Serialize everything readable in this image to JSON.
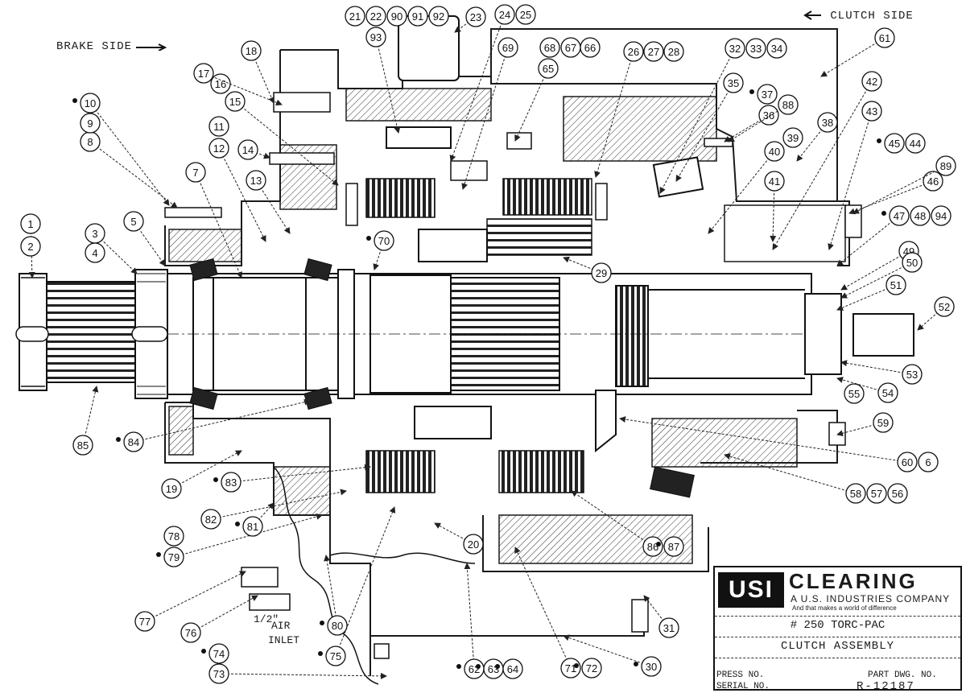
{
  "drawing": {
    "brake_side": "BRAKE SIDE",
    "clutch_side": "CLUTCH SIDE",
    "air_inlet_size": "1/2\"",
    "air_inlet_line1": "AIR",
    "air_inlet_line2": "INLET"
  },
  "title_block": {
    "logo": "USI",
    "brand": "CLEARING",
    "company": "A U.S. INDUSTRIES COMPANY",
    "tagline": "And that makes a world of difference",
    "model": "# 250 TORC-PAC",
    "assembly": "CLUTCH ASSEMBLY",
    "press_no_label": "PRESS NO.",
    "serial_no_label": "SERIAL NO.",
    "part_dwg_label": "PART DWG. NO.",
    "part_dwg_number": "R-12187"
  },
  "callouts": [
    {
      "n": "1",
      "dot": false
    },
    {
      "n": "2",
      "dot": false
    },
    {
      "n": "3",
      "dot": false
    },
    {
      "n": "4",
      "dot": false
    },
    {
      "n": "5",
      "dot": false
    },
    {
      "n": "6",
      "dot": false
    },
    {
      "n": "7",
      "dot": false
    },
    {
      "n": "8",
      "dot": false
    },
    {
      "n": "9",
      "dot": false
    },
    {
      "n": "10",
      "dot": true
    },
    {
      "n": "11",
      "dot": false
    },
    {
      "n": "12",
      "dot": false
    },
    {
      "n": "13",
      "dot": false
    },
    {
      "n": "14",
      "dot": false
    },
    {
      "n": "15",
      "dot": false
    },
    {
      "n": "16",
      "dot": false
    },
    {
      "n": "17",
      "dot": false
    },
    {
      "n": "18",
      "dot": false
    },
    {
      "n": "19",
      "dot": false
    },
    {
      "n": "20",
      "dot": false
    },
    {
      "n": "21",
      "dot": false
    },
    {
      "n": "22",
      "dot": false
    },
    {
      "n": "23",
      "dot": false
    },
    {
      "n": "24",
      "dot": false
    },
    {
      "n": "25",
      "dot": false
    },
    {
      "n": "26",
      "dot": false
    },
    {
      "n": "27",
      "dot": false
    },
    {
      "n": "28",
      "dot": false
    },
    {
      "n": "29",
      "dot": false
    },
    {
      "n": "30",
      "dot": true
    },
    {
      "n": "31",
      "dot": false
    },
    {
      "n": "32",
      "dot": false
    },
    {
      "n": "33",
      "dot": false
    },
    {
      "n": "34",
      "dot": false
    },
    {
      "n": "35",
      "dot": false
    },
    {
      "n": "36",
      "dot": false
    },
    {
      "n": "37",
      "dot": true
    },
    {
      "n": "38",
      "dot": false
    },
    {
      "n": "39",
      "dot": false
    },
    {
      "n": "40",
      "dot": false
    },
    {
      "n": "41",
      "dot": false
    },
    {
      "n": "42",
      "dot": false
    },
    {
      "n": "43",
      "dot": false
    },
    {
      "n": "44",
      "dot": true
    },
    {
      "n": "45",
      "dot": true
    },
    {
      "n": "46",
      "dot": false
    },
    {
      "n": "47",
      "dot": true
    },
    {
      "n": "48",
      "dot": false
    },
    {
      "n": "49",
      "dot": false
    },
    {
      "n": "50",
      "dot": false
    },
    {
      "n": "51",
      "dot": false
    },
    {
      "n": "52",
      "dot": false
    },
    {
      "n": "53",
      "dot": false
    },
    {
      "n": "54",
      "dot": false
    },
    {
      "n": "55",
      "dot": false
    },
    {
      "n": "56",
      "dot": false
    },
    {
      "n": "57",
      "dot": false
    },
    {
      "n": "58",
      "dot": false
    },
    {
      "n": "59",
      "dot": false
    },
    {
      "n": "60",
      "dot": false
    },
    {
      "n": "61",
      "dot": false
    },
    {
      "n": "62",
      "dot": true
    },
    {
      "n": "63",
      "dot": true
    },
    {
      "n": "64",
      "dot": true
    },
    {
      "n": "65",
      "dot": false
    },
    {
      "n": "66",
      "dot": false
    },
    {
      "n": "67",
      "dot": false
    },
    {
      "n": "68",
      "dot": false
    },
    {
      "n": "69",
      "dot": false
    },
    {
      "n": "70",
      "dot": true
    },
    {
      "n": "71",
      "dot": false
    },
    {
      "n": "72",
      "dot": true
    },
    {
      "n": "73",
      "dot": false
    },
    {
      "n": "74",
      "dot": true
    },
    {
      "n": "75",
      "dot": true
    },
    {
      "n": "76",
      "dot": false
    },
    {
      "n": "77",
      "dot": false
    },
    {
      "n": "78",
      "dot": false
    },
    {
      "n": "79",
      "dot": true
    },
    {
      "n": "80",
      "dot": true
    },
    {
      "n": "81",
      "dot": true
    },
    {
      "n": "82",
      "dot": false
    },
    {
      "n": "83",
      "dot": true
    },
    {
      "n": "84",
      "dot": true
    },
    {
      "n": "85",
      "dot": false
    },
    {
      "n": "86",
      "dot": false
    },
    {
      "n": "87",
      "dot": true
    },
    {
      "n": "88",
      "dot": false
    },
    {
      "n": "89",
      "dot": false
    },
    {
      "n": "90",
      "dot": false
    },
    {
      "n": "91",
      "dot": false
    },
    {
      "n": "92",
      "dot": false
    },
    {
      "n": "93",
      "dot": false
    },
    {
      "n": "94",
      "dot": false
    }
  ]
}
